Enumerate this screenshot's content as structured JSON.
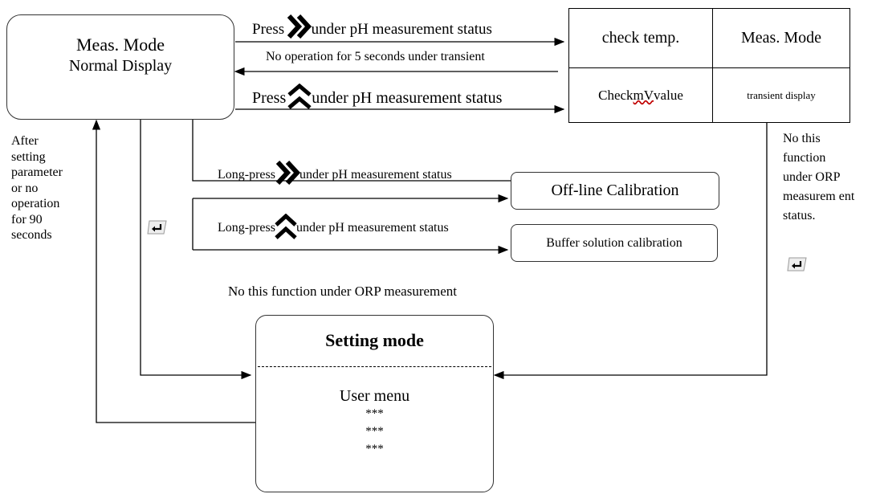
{
  "meas_mode": {
    "line1": "Meas. Mode",
    "line2": "Normal Display"
  },
  "status_table": {
    "r1c1": "check temp.",
    "r1c2": "Meas. Mode",
    "r2c1_a": "Check ",
    "r2c1_b": "mV",
    "r2c1_c": " value",
    "r2c2": "transient display"
  },
  "arrows": {
    "press_right_a": "Press",
    "press_right_b": "under pH measurement status",
    "no_operation": "No  operation  for  5  seconds  under  transient",
    "press_up_a": "Press",
    "press_up_b": "under pH measurement status",
    "longpress_right_a": "Long-press",
    "longpress_right_b": "under pH measurement status",
    "longpress_up_a": "Long-press",
    "longpress_up_b": "under pH measurement status"
  },
  "calibration": {
    "offline": "Off-line Calibration",
    "buffer": "Buffer solution calibration"
  },
  "notes": {
    "left": [
      "After",
      "setting",
      "parameter",
      "or no",
      "operation",
      "for 90",
      "seconds"
    ],
    "right": [
      "No this",
      "function",
      "under ORP",
      "measurem ent",
      "status."
    ],
    "orp": "No  this  function  under  ORP  measurement"
  },
  "setting_mode": {
    "title": "Setting mode",
    "menu": "User menu",
    "items": [
      "***",
      "***",
      "***"
    ]
  },
  "icons": [
    "double-chevron-right-icon",
    "chevron-up-icon",
    "enter-key-icon"
  ]
}
